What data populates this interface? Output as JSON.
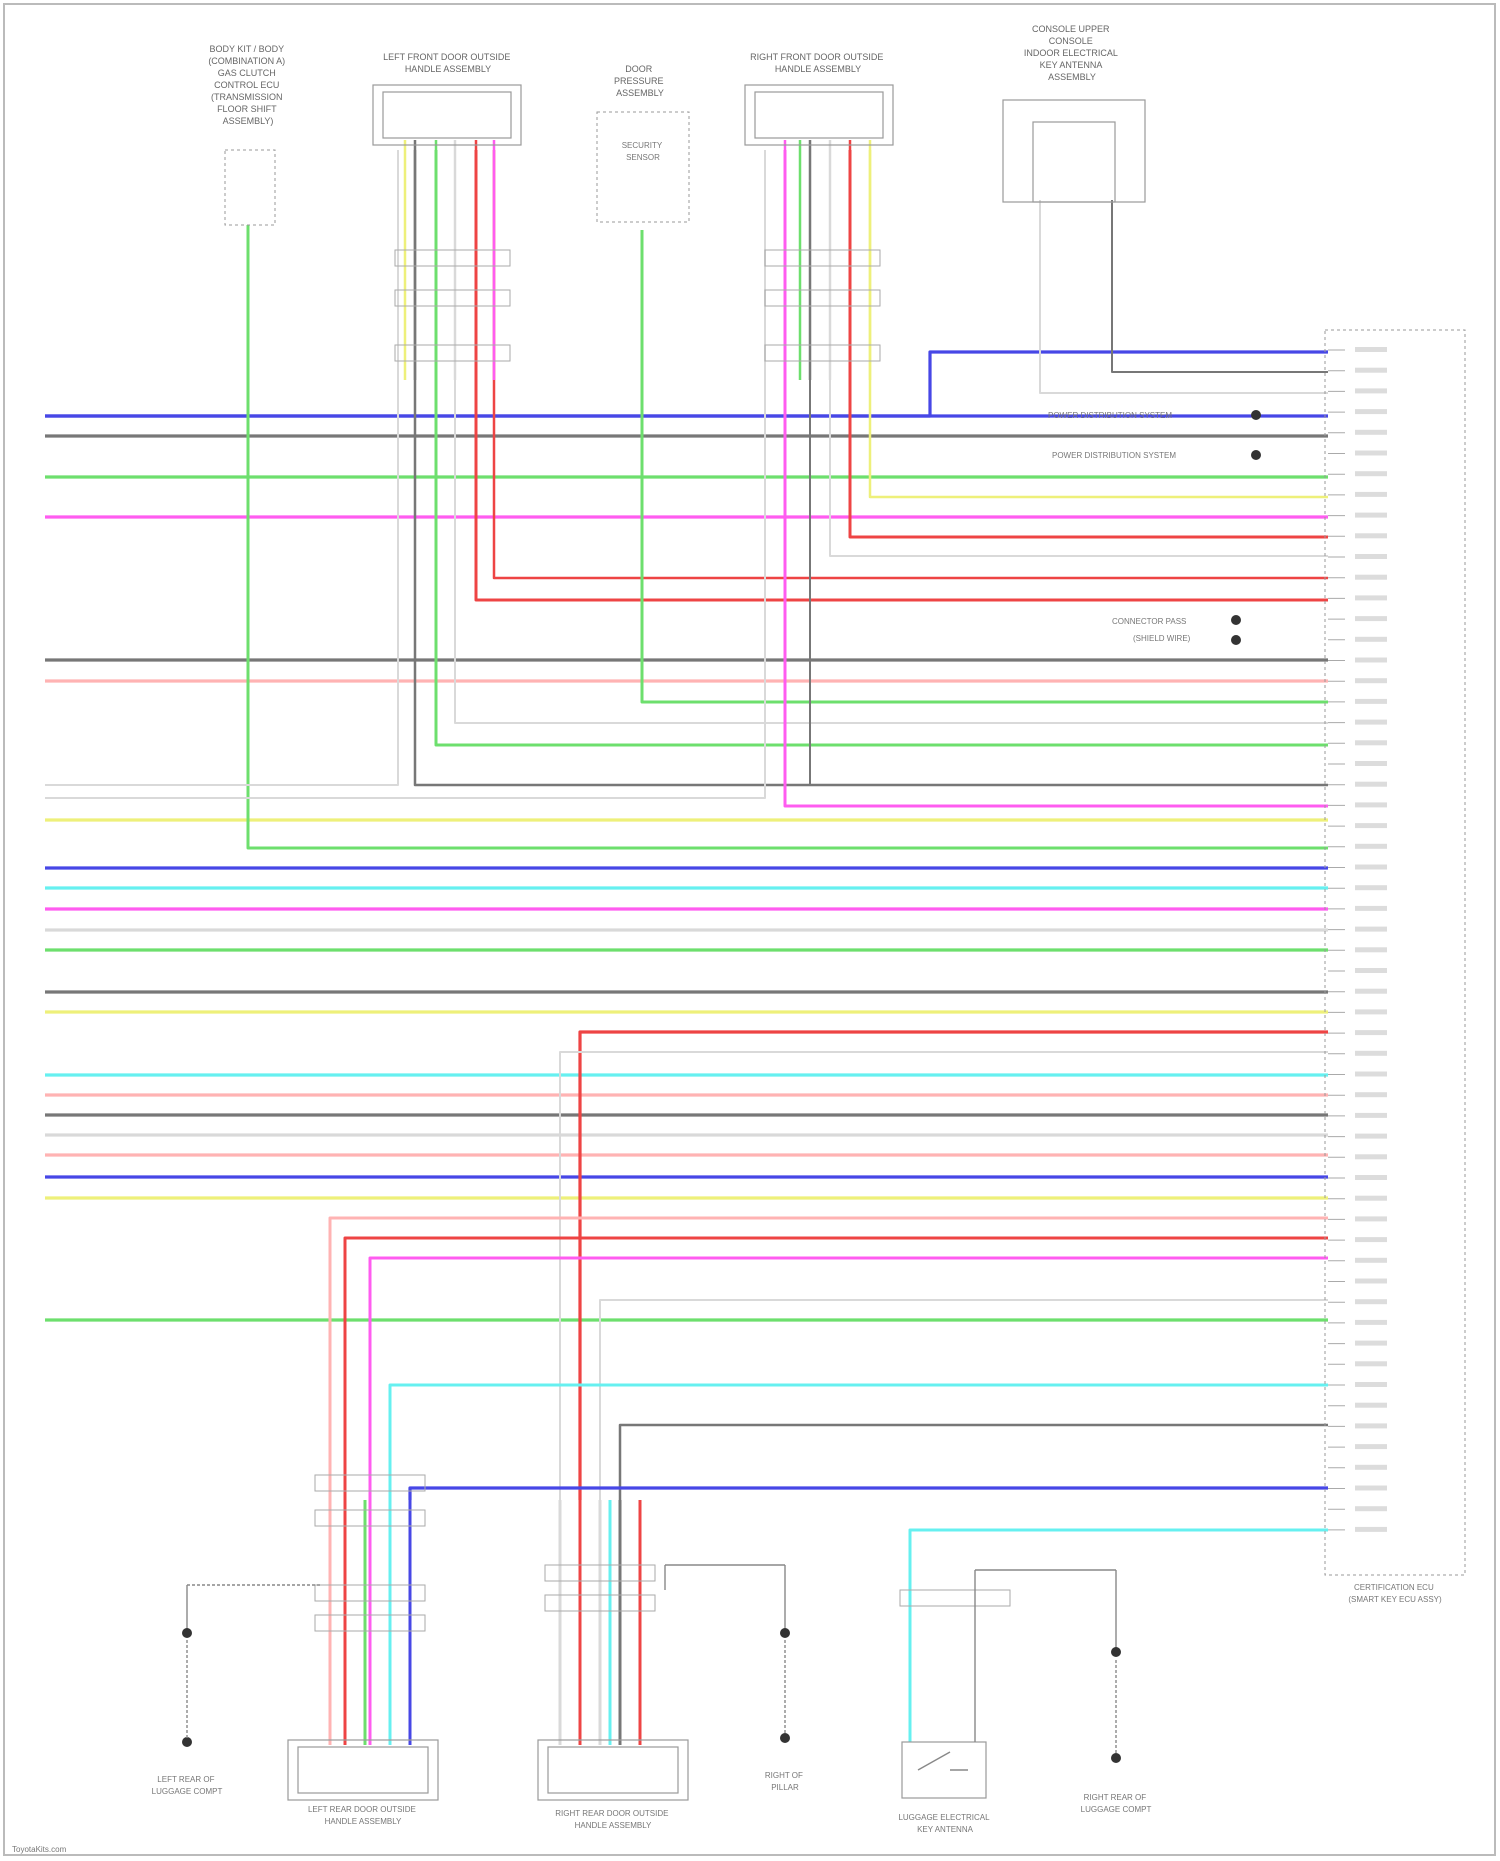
{
  "meta": {
    "diagram_type": "automotive wiring schematic",
    "appearance": "heavily blurred"
  },
  "colors": {
    "BLU": "#4747e6",
    "GRY": "#777777",
    "GRN": "#6ddf6d",
    "PNK": "#ff5cf0",
    "RED": "#ee4444",
    "YEL": "#eef07a",
    "LTBLU": "#66f0f0",
    "WHT": "#d9d9d9",
    "LTGRN": "#99ee99",
    "ORG": "#ffb3b3"
  },
  "labels": {
    "top_components": [
      {
        "name": "TOP 1",
        "lines": [
          "BODY KIT / BODY",
          "(COMBINATION A)",
          "GAS CLUTCH",
          "CONTROL ECU",
          "(TRANSMISSION",
          "FLOOR SHIFT",
          "ASSEMBLY)"
        ]
      },
      {
        "name": "TOP 2",
        "lines": [
          "LEFT FRONT DOOR OUTSIDE",
          "HANDLE ASSEMBLY"
        ]
      },
      {
        "name": "TOP 3",
        "lines": [
          "DOOR",
          "PRESSURE",
          "ASSEMBLY"
        ]
      },
      {
        "name": "TOP 4",
        "lines": [
          "RIGHT FRONT DOOR OUTSIDE",
          "HANDLE ASSEMBLY"
        ]
      },
      {
        "name": "TOP 5",
        "lines": [
          "CONSOLE UPPER",
          "CONSOLE",
          "INDOOR ELECTRICAL",
          "KEY ANTENNA",
          "ASSEMBLY"
        ]
      }
    ],
    "bottom_components": [
      {
        "name": "BOT 1",
        "lines": [
          "LEFT REAR OF",
          "LUGGAGE COMPT"
        ]
      },
      {
        "name": "BOT 2",
        "lines": [
          "LEFT REAR DOOR OUTSIDE",
          "HANDLE ASSEMBLY"
        ]
      },
      {
        "name": "BOT 3",
        "lines": [
          "RIGHT REAR DOOR OUTSIDE",
          "HANDLE ASSEMBLY"
        ]
      },
      {
        "name": "BOT 4",
        "lines": [
          "RIGHT OF",
          "PILLAR"
        ]
      },
      {
        "name": "BOT 5",
        "lines": [
          "LUGGAGE ELECTRICAL",
          "KEY ANTENNA"
        ]
      },
      {
        "name": "BOT 6",
        "lines": [
          "RIGHT REAR OF",
          "LUGGAGE COMPT"
        ]
      }
    ],
    "ecu": [
      "CERTIFICATION ECU",
      "(SMART KEY ECU ASSY)"
    ],
    "side_notes": [
      "POWER DISTRIBUTION SYSTEM",
      "POWER DISTRIBUTION SYSTEM",
      "CONNECTOR PASS",
      "(SHIELD WIRE)"
    ],
    "sensor": [
      "SECURITY",
      "SENSOR"
    ],
    "footer": "ToyotaKits.com"
  }
}
